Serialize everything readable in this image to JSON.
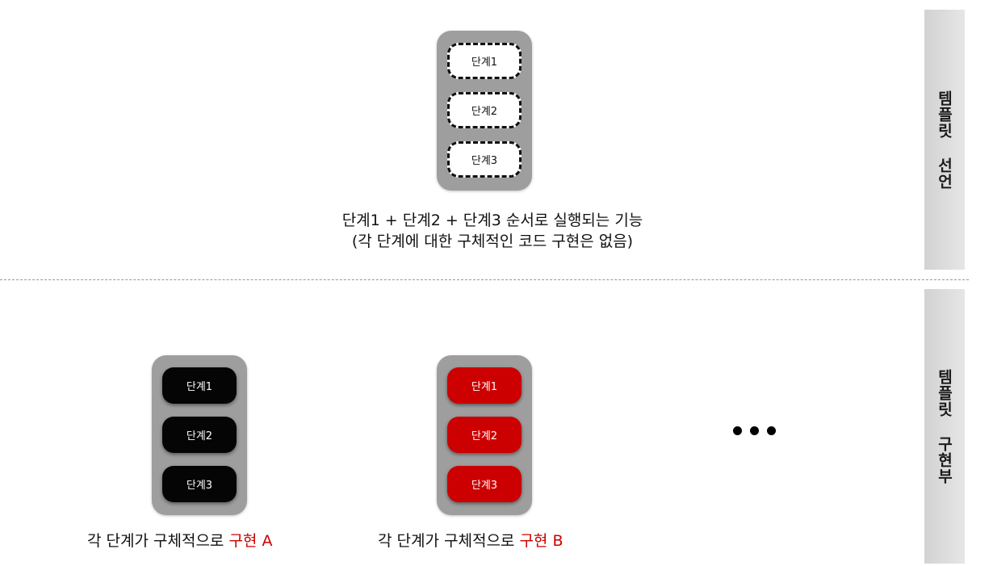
{
  "template_declaration": {
    "side_label": "템플릿 선언",
    "steps": [
      "단계1",
      "단계2",
      "단계3"
    ],
    "caption_line1": "단계1 + 단계2 + 단계3 순서로 실행되는 기능",
    "caption_line2": "(각 단계에 대한 구체적인 코드 구현은 없음)"
  },
  "template_implementation": {
    "side_label": "템플릿 구현부",
    "impl_a": {
      "steps": [
        "단계1",
        "단계2",
        "단계3"
      ],
      "caption_prefix": "각 단계가 구체적으로",
      "caption_highlight": "구현 A"
    },
    "impl_b": {
      "steps": [
        "단계1",
        "단계2",
        "단계3"
      ],
      "caption_prefix": "각 단계가 구체적으로",
      "caption_highlight": "구현 B"
    }
  },
  "colors": {
    "accent": "#cc0000",
    "container": "#9e9e9e",
    "step_black": "#050505"
  },
  "icons": {
    "ellipsis": "ellipsis-dots-icon"
  }
}
